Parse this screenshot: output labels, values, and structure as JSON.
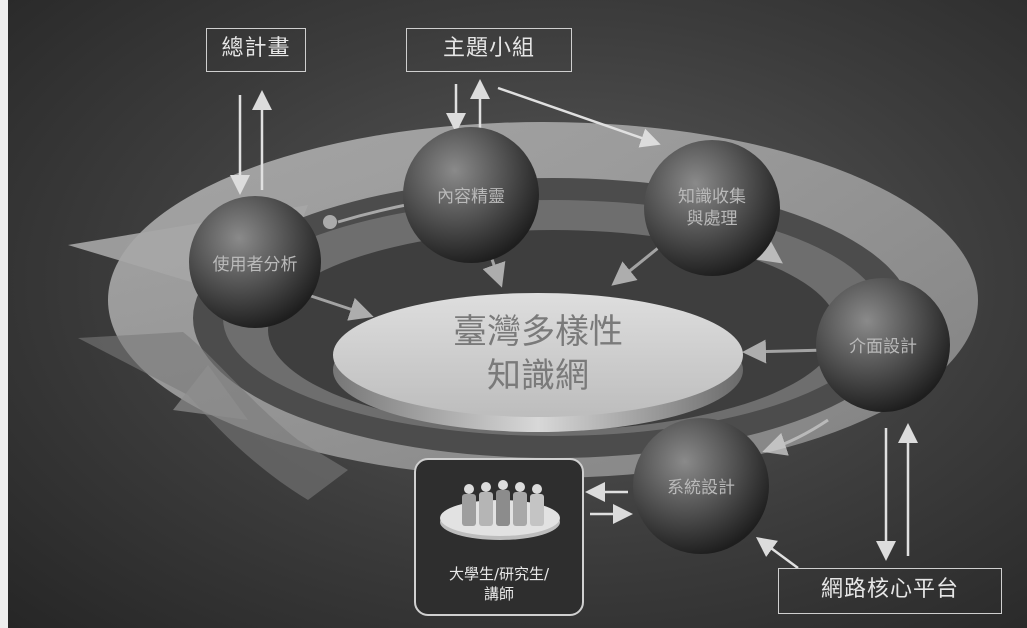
{
  "top_boxes": {
    "overall_plan": "總計畫",
    "topic_group": "主題小組"
  },
  "center": {
    "line1": "臺灣多樣性",
    "line2": "知識網"
  },
  "spheres": {
    "s1": "使用者分析",
    "s2": "內容精靈",
    "s3": "知識收集\n與處理",
    "s4": "介面設計",
    "s5": "系統設計"
  },
  "people_box": {
    "label_line1": "大學生/研究生/",
    "label_line2": "講師"
  },
  "bottom_box": {
    "platform": "網路核心平台"
  }
}
